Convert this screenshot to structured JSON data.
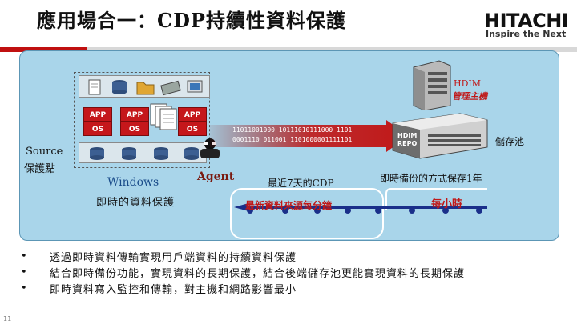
{
  "title": "應用場合一：CDP持續性資料保護",
  "logo": {
    "brand": "HITACHI",
    "tagline": "Inspire the Next"
  },
  "diagram": {
    "app_labels": [
      "APP",
      "APP",
      "APP"
    ],
    "os_labels": [
      "OS",
      "OS",
      "OS"
    ],
    "source_label": "Source",
    "source_sub_label": "保護點",
    "windows_label": "Windows",
    "agent_label": "Agent",
    "realtime_label": "即時的資料保護",
    "hdim_label": "HDIM",
    "hdim_sub_label": "管理主機",
    "storage_label": "儲存池",
    "data_stream_top": "11011001000 10111010111000 1101",
    "data_stream_bottom": "0001110 011001 1101000001111101",
    "cdp_label": "最近7天的CDP",
    "backup_label": "即時備份的方式保存1年",
    "recent_label": "最新資料來源每分鐘",
    "hourly_label": "每小時"
  },
  "bullets": [
    "透過即時資料傳輸實現用戶端資料的持續資料保護",
    "結合即時備份功能，實現資料的長期保護，結合後端儲存池更能實現資料的長期保護",
    "即時資料寫入監控和傳輸，對主機和網路影響最小"
  ],
  "page_number": "11"
}
